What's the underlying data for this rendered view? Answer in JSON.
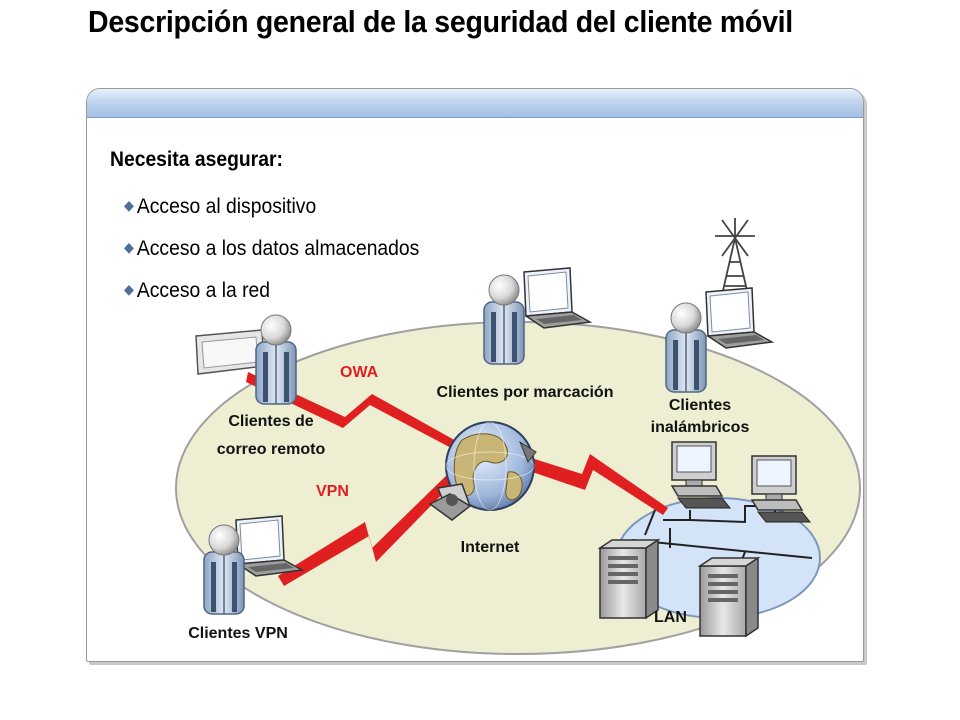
{
  "slide": {
    "title": "Descripción general de la seguridad del cliente móvil",
    "heading": "Necesita asegurar:",
    "bullets": [
      "Acceso al dispositivo",
      "Acceso a los datos almacenados",
      "Acceso a la red"
    ]
  },
  "diagram": {
    "labels": {
      "owa": "OWA",
      "vpn": "VPN",
      "remote_mail_1": "Clientes de",
      "remote_mail_2": "correo remoto",
      "dialup": "Clientes por marcación",
      "wireless_1": "Clientes",
      "wireless_2": "inalámbricos",
      "internet": "Internet",
      "vpn_clients": "Clientes VPN",
      "lan": "LAN"
    },
    "icons": [
      "person-icon",
      "laptop-icon",
      "pda-icon",
      "radio-tower-icon",
      "globe-icon",
      "firewall-icon",
      "desktop-computer-icon",
      "server-icon",
      "lightning-link-icon"
    ],
    "colors": {
      "link": "#e02020",
      "ellipse": "#eeeed2",
      "lan_disc": "#d3e4f8",
      "header": "#a3bfe2"
    }
  }
}
